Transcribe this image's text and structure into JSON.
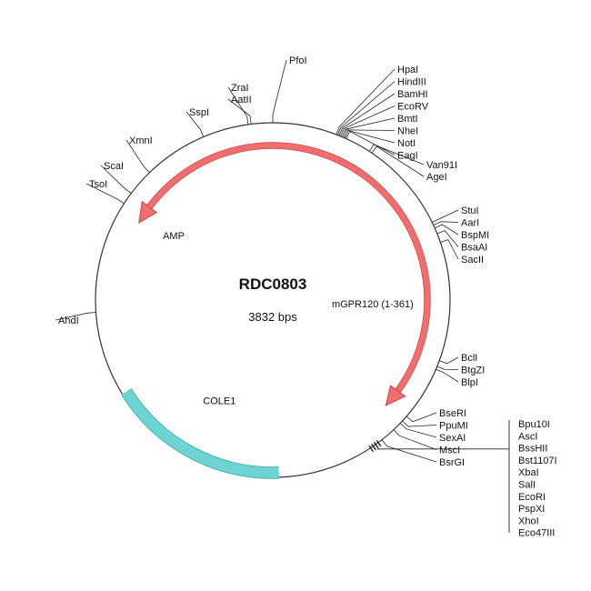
{
  "plasmid": {
    "name": "RDC0803",
    "size_label": "3832 bps",
    "length": 3832
  },
  "colors": {
    "backbone": "#333333",
    "arrow_fill": "#f26d6d",
    "arrow_stroke": "#c84a4a",
    "cole1_fill": "#6dd3d3",
    "cole1_stroke": "#3aa3a3",
    "leader": "#222222"
  },
  "features": [
    {
      "id": "amp",
      "label": "AMP",
      "type": "arrow",
      "direction": "ccw",
      "start_deg": 35,
      "end_deg": 300
    },
    {
      "id": "mgpr120",
      "label": "mGPR120 (1-361)",
      "type": "arrow",
      "direction": "cw",
      "start_deg": 24,
      "end_deg": 133
    },
    {
      "id": "cole1",
      "label": "COLE1",
      "type": "block",
      "start_deg": 178,
      "end_deg": 238
    }
  ],
  "sites": [
    {
      "label": "PfoI",
      "deg": 0
    },
    {
      "label": "ZraI",
      "deg": 352
    },
    {
      "label": "AatII",
      "deg": 353
    },
    {
      "label": "SspI",
      "deg": 337
    },
    {
      "label": "XmnI",
      "deg": 316
    },
    {
      "label": "ScaI",
      "deg": 307
    },
    {
      "label": "TsoI",
      "deg": 303
    },
    {
      "label": "AhdI",
      "deg": 266
    },
    {
      "label": "HpaI",
      "deg": 21
    },
    {
      "label": "HindIII",
      "deg": 21.5
    },
    {
      "label": "BamHI",
      "deg": 22
    },
    {
      "label": "EcoRV",
      "deg": 22.5
    },
    {
      "label": "BmtI",
      "deg": 23
    },
    {
      "label": "NheI",
      "deg": 23.5
    },
    {
      "label": "NotI",
      "deg": 24
    },
    {
      "label": "EagI",
      "deg": 24.5
    },
    {
      "label": "Van91I",
      "deg": 33
    },
    {
      "label": "AgeI",
      "deg": 34
    },
    {
      "label": "StuI",
      "deg": 64
    },
    {
      "label": "AarI",
      "deg": 65
    },
    {
      "label": "BspMI",
      "deg": 66
    },
    {
      "label": "BsaAI",
      "deg": 68
    },
    {
      "label": "SacII",
      "deg": 71
    },
    {
      "label": "BclI",
      "deg": 110
    },
    {
      "label": "BtgZI",
      "deg": 112
    },
    {
      "label": "BlpI",
      "deg": 113
    },
    {
      "label": "BseRI",
      "deg": 131
    },
    {
      "label": "PpuMI",
      "deg": 133
    },
    {
      "label": "SexAI",
      "deg": 134
    },
    {
      "label": "MscI",
      "deg": 137
    },
    {
      "label": "BsrGI",
      "deg": 142
    }
  ],
  "mcs_cluster": {
    "deg": 145,
    "labels": [
      "Bpu10I",
      "AscI",
      "BssHII",
      "Bst1107I",
      "XbaI",
      "SalI",
      "EcoRI",
      "PspXI",
      "XhoI",
      "Eco47III"
    ]
  }
}
